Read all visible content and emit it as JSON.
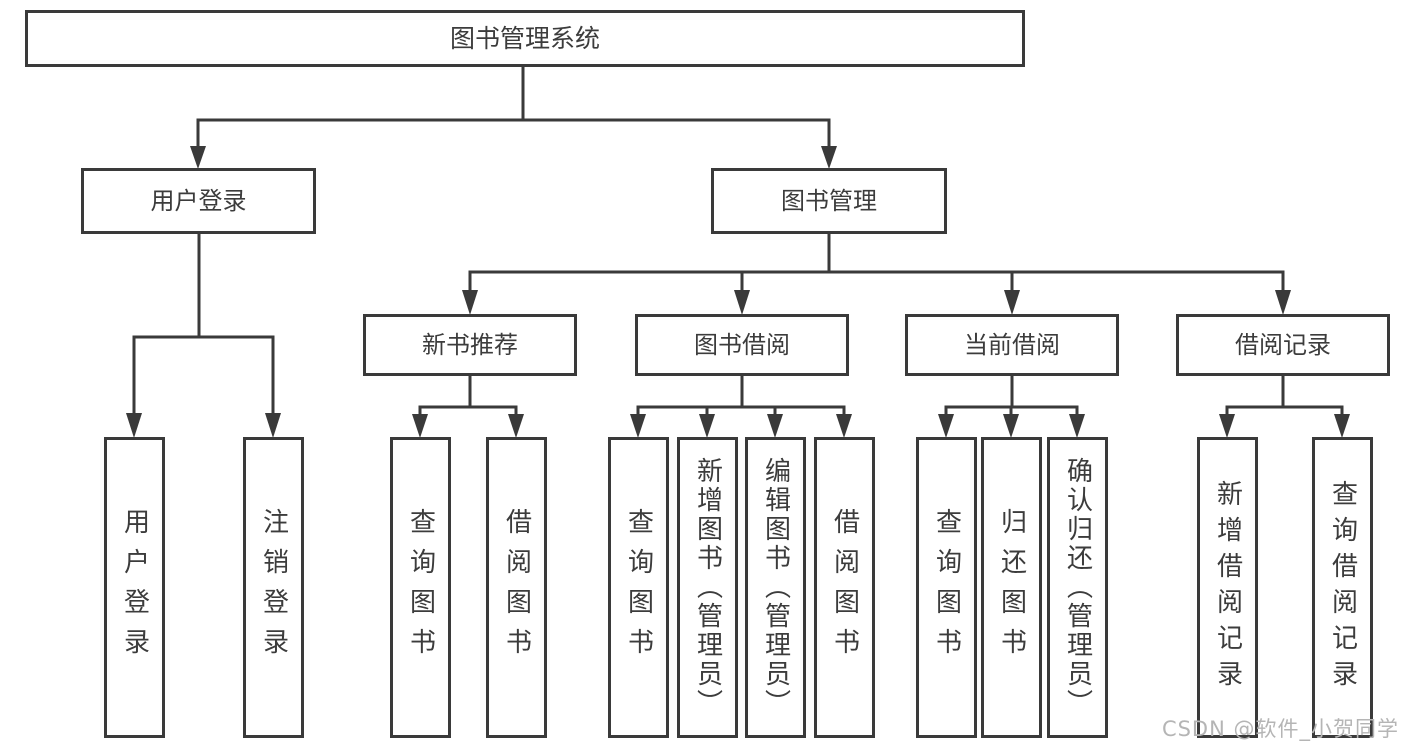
{
  "tree": {
    "root": {
      "label": "图书管理系统"
    },
    "branches": [
      {
        "label": "用户登录",
        "children": [
          {
            "label": "用户登录"
          },
          {
            "label": "注销登录"
          }
        ]
      },
      {
        "label": "图书管理",
        "children": [
          {
            "label": "新书推荐",
            "children": [
              {
                "label": "查询图书"
              },
              {
                "label": "借阅图书"
              }
            ]
          },
          {
            "label": "图书借阅",
            "children": [
              {
                "label": "查询图书"
              },
              {
                "label": "新增图书（管理员）"
              },
              {
                "label": "编辑图书（管理员）"
              },
              {
                "label": "借阅图书"
              }
            ]
          },
          {
            "label": "当前借阅",
            "children": [
              {
                "label": "查询图书"
              },
              {
                "label": "归还图书"
              },
              {
                "label": "确认归还（管理员）"
              }
            ]
          },
          {
            "label": "借阅记录",
            "children": [
              {
                "label": "新增借阅记录"
              },
              {
                "label": "查询借阅记录"
              }
            ]
          }
        ]
      }
    ]
  },
  "watermark": "CSDN @软件_小贺同学",
  "colors": {
    "line": "#3a3a3a",
    "text": "#3c3c3c",
    "background": "#ffffff",
    "watermark": "#b5b5b5"
  }
}
